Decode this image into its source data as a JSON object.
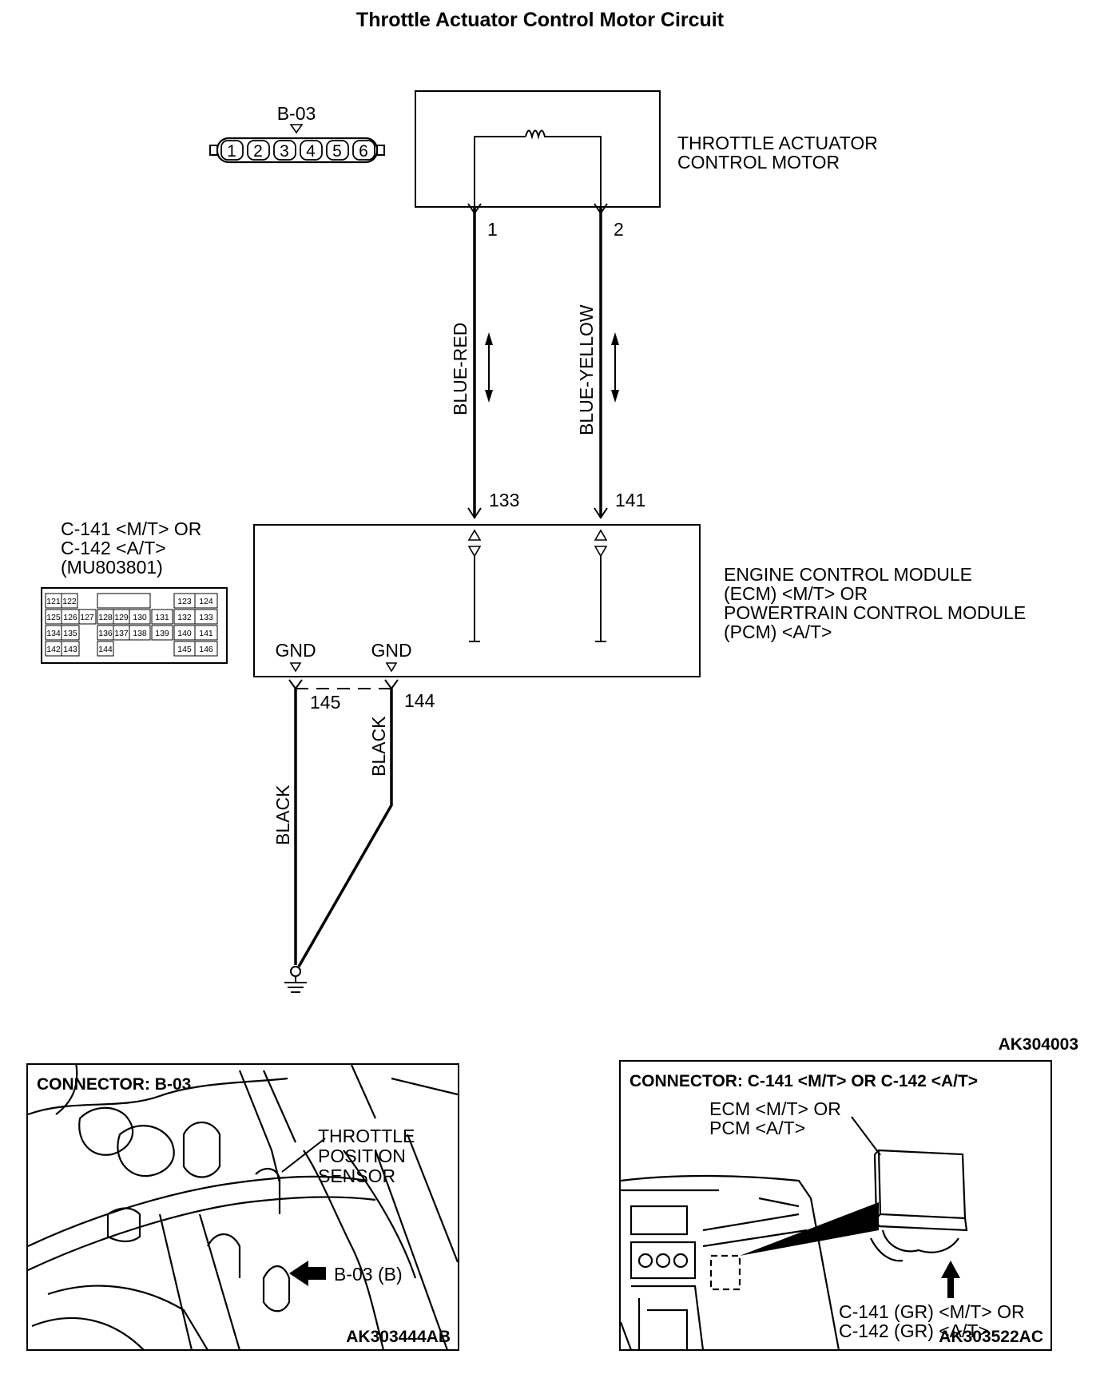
{
  "title": "Throttle Actuator Control Motor Circuit",
  "b03_connector": {
    "label": "B-03",
    "pins": [
      "1",
      "2",
      "3",
      "4",
      "5",
      "6"
    ]
  },
  "motor": {
    "name_line1": "THROTTLE ACTUATOR",
    "name_line2": "CONTROL MOTOR",
    "pin1": "1",
    "pin2": "2"
  },
  "wires": {
    "blue_red": "BLUE-RED",
    "blue_yellow": "BLUE-YELLOW",
    "black_145": "BLACK",
    "black_144": "BLACK"
  },
  "ecm_terminals": {
    "t133": "133",
    "t141": "141",
    "t145": "145",
    "t144": "144",
    "gnd1": "GND",
    "gnd2": "GND"
  },
  "ecm": {
    "line1": "ENGINE CONTROL MODULE",
    "line2": "(ECM) <M/T> OR",
    "line3": "POWERTRAIN CONTROL MODULE",
    "line4": "(PCM) <A/T>"
  },
  "ecm_connector": {
    "line1": "C-141 <M/T> OR",
    "line2": "C-142 <A/T>",
    "line3": "(MU803801)",
    "grid": {
      "r1": [
        "121",
        "122",
        "123",
        "124"
      ],
      "r2": [
        "125",
        "126",
        "127",
        "128",
        "129",
        "130",
        "131",
        "132",
        "133"
      ],
      "r3": [
        "134",
        "135",
        "136",
        "137",
        "138",
        "139",
        "140",
        "141"
      ],
      "r4": [
        "142",
        "143",
        "144",
        "145",
        "146"
      ]
    }
  },
  "diagram_code": "AK304003",
  "panel_b03": {
    "header": "CONNECTOR: B-03",
    "sensor_line1": "THROTTLE",
    "sensor_line2": "POSITION",
    "sensor_line3": "SENSOR",
    "connector_callout": "B-03 (B)",
    "code": "AK303444AB"
  },
  "panel_c141": {
    "header": "CONNECTOR: C-141 <M/T> OR C-142 <A/T>",
    "module_line1": "ECM <M/T> OR",
    "module_line2": "PCM <A/T>",
    "callout_line1": "C-141 (GR) <M/T> OR",
    "callout_line2": "C-142 (GR) <A/T>",
    "code": "AK303522AC"
  }
}
